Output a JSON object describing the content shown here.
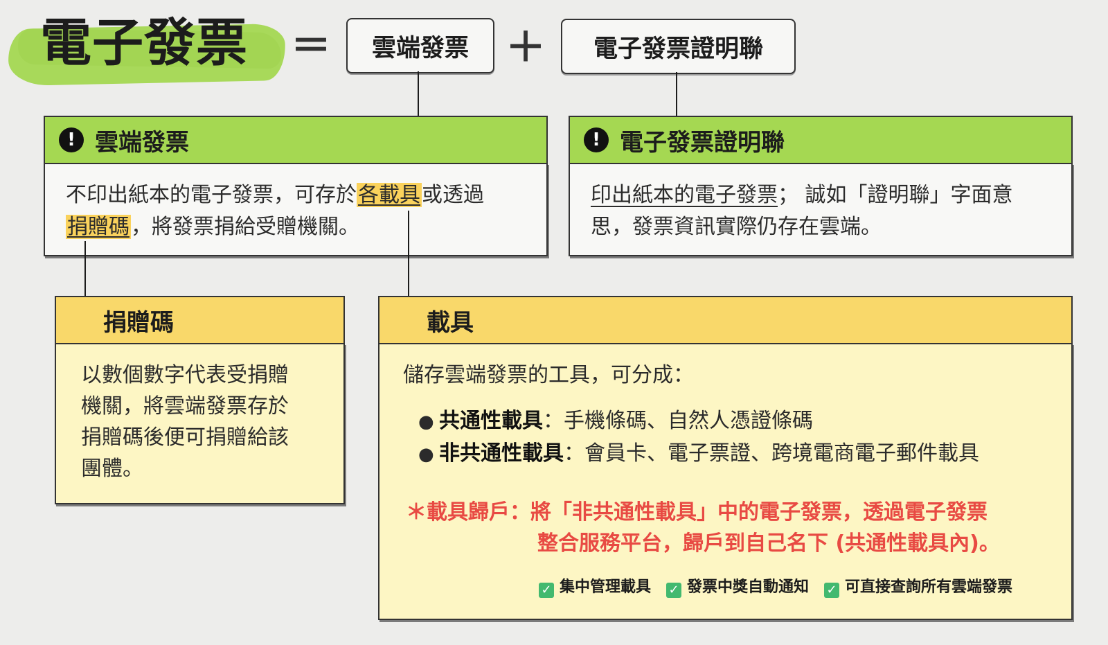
{
  "header": {
    "title": "電子發票",
    "equals": "＝",
    "plus": "＋",
    "box_cloud": "雲端發票",
    "box_proof": "電子發票證明聯"
  },
  "cloud_panel": {
    "icon_glyph": "!",
    "heading": "雲端發票",
    "text_1": "不印出紙本的電子發票，可存於",
    "highlight_carrier": "各載具",
    "text_2": "或透過",
    "highlight_code": "捐贈碼",
    "text_3": "，將發票捐給受贈機關。"
  },
  "proof_panel": {
    "icon_glyph": "!",
    "heading": "電子發票證明聯",
    "text_underlined": "印出紙本的電子發票",
    "text_rest": "； 誠如「證明聯」字面意思，發票資訊實際仍存在雲端。"
  },
  "donation_panel": {
    "heading": "捐贈碼",
    "lines": [
      "以數個數字代表受捐贈",
      "機關，將雲端發票存於",
      "捐贈碼後便可捐贈給該",
      "團體。"
    ]
  },
  "carrier_panel": {
    "heading": "載具",
    "intro": "儲存雲端發票的工具，可分成：",
    "bullets": [
      {
        "term": "共通性載具",
        "desc": "：手機條碼、自然人憑證條碼"
      },
      {
        "term": "非共通性載具",
        "desc": "：會員卡、電子票證、跨境電商電子郵件載具"
      }
    ],
    "note_line1": "＊載具歸戶：將「非共通性載具」中的電子發票，透過電子發票",
    "note_line2": "整合服務平台，歸戶到自己名下 (共通性載具內)。",
    "checks": [
      "集中管理載具",
      "發票中獎自動通知",
      "可直接查詢所有雲端發票"
    ]
  },
  "colors": {
    "green_header": "#a5d852",
    "yellow_header": "#f9d86a",
    "highlight": "#fad25c",
    "note_red": "#e84a43",
    "check_green": "#43b96f"
  },
  "icons": {
    "alert": "exclamation-circle-icon",
    "check": "check-box-icon"
  }
}
